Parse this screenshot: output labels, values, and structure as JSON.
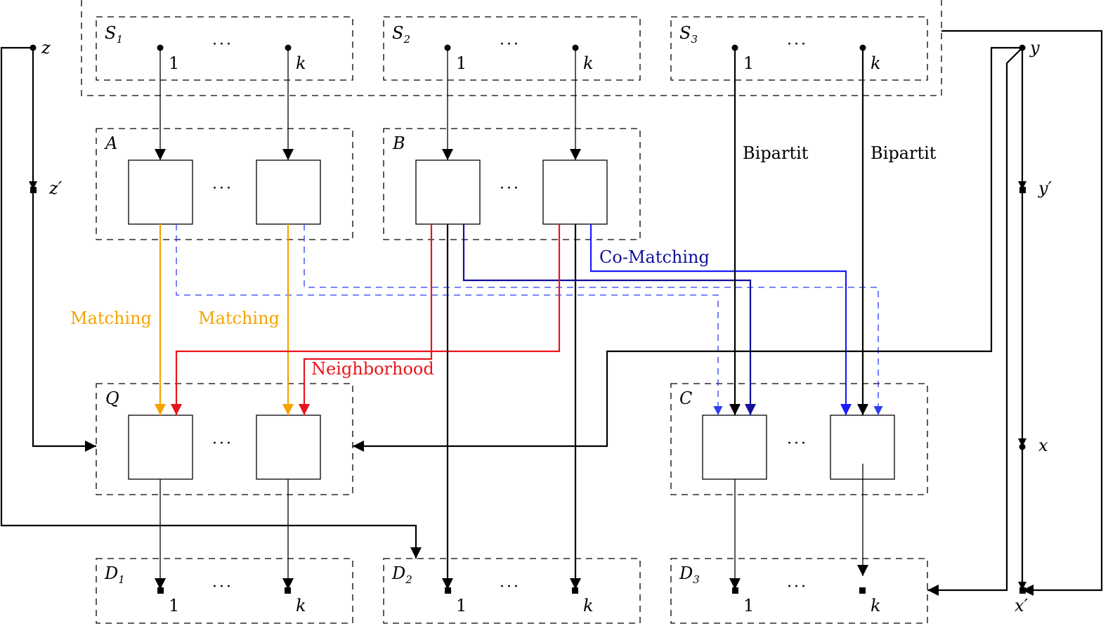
{
  "colors": {
    "black": "#000000",
    "matching": "#f5a300",
    "neighborhood": "#e8141b",
    "comatching": "#10109a",
    "comatching_dashed": "#2b3ff0",
    "comatching_bright": "#1a1aff"
  },
  "groups": {
    "S1": {
      "name": "S",
      "sub": "1"
    },
    "S2": {
      "name": "S",
      "sub": "2"
    },
    "S3": {
      "name": "S",
      "sub": "3"
    },
    "A": {
      "name": "A"
    },
    "B": {
      "name": "B"
    },
    "Q": {
      "name": "Q"
    },
    "C": {
      "name": "C"
    },
    "D1": {
      "name": "D",
      "sub": "1"
    },
    "D2": {
      "name": "D",
      "sub": "2"
    },
    "D3": {
      "name": "D",
      "sub": "3"
    }
  },
  "index_first": "1",
  "index_last": "k",
  "ellipsis": "···",
  "nodes": {
    "z": "z",
    "z_prime": "z′",
    "y": "y",
    "y_prime": "y′",
    "x": "x",
    "x_prime": "x′"
  },
  "edge_labels": {
    "matching_1": "Matching",
    "matching_2": "Matching",
    "neighborhood": "Neighborhood",
    "comatching": "Co-Matching",
    "bipartit_1": "Bipartit",
    "bipartit_2": "Bipartit"
  }
}
